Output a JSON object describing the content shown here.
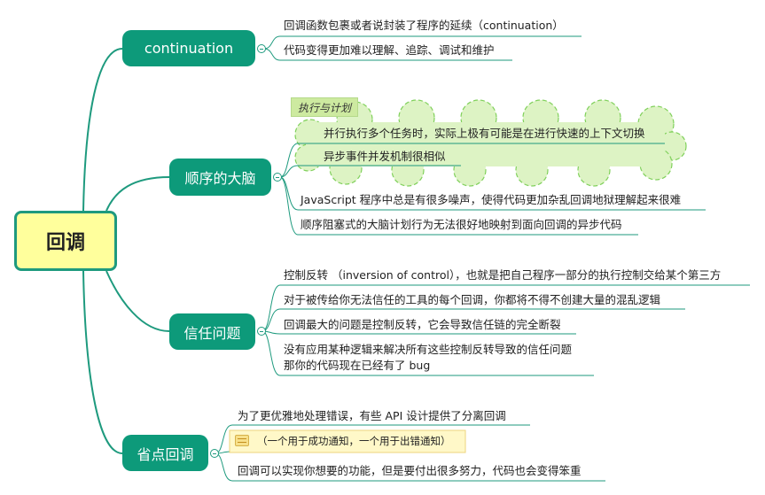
{
  "root": {
    "label": "回调"
  },
  "branches": [
    {
      "label": "continuation",
      "items": [
        "回调函数包裹或者说封装了程序的延续（continuation）",
        "代码变得更加难以理解、追踪、调试和维护"
      ]
    },
    {
      "label": "顺序的大脑",
      "cloud_label": "执行与计划",
      "cloud_items": [
        "并行执行多个任务时，实际上极有可能是在进行快速的上下文切换",
        "异步事件并发机制很相似"
      ],
      "items": [
        "JavaScript 程序中总是有很多噪声，使得代码更加杂乱回调地狱理解起来很难",
        "顺序阻塞式的大脑计划行为无法很好地映射到面向回调的异步代码"
      ]
    },
    {
      "label": "信任问题",
      "items": [
        "控制反转 （inversion of control），也就是把自己程序一部分的执行控制交给某个第三方",
        "对于被传给你无法信任的工具的每个回调，你都将不得不创建大量的混乱逻辑",
        "回调最大的问题是控制反转，它会导致信任链的完全断裂",
        "没有应用某种逻辑来解决所有这些控制反转导致的信任问题",
        "那你的代码现在已经有了 bug"
      ]
    },
    {
      "label": "省点回调",
      "items": [
        "为了更优雅地处理错误，有些 API 设计提供了分离回调",
        "（一个用于成功通知，一个用于出错通知）",
        "回调可以实现你想要的功能，但是要付出很多努力，代码也会变得笨重"
      ]
    }
  ],
  "colors": {
    "branch": "#0d9a7a",
    "root_fill": "#ffff9c",
    "cloud": "#ddf3c4"
  }
}
